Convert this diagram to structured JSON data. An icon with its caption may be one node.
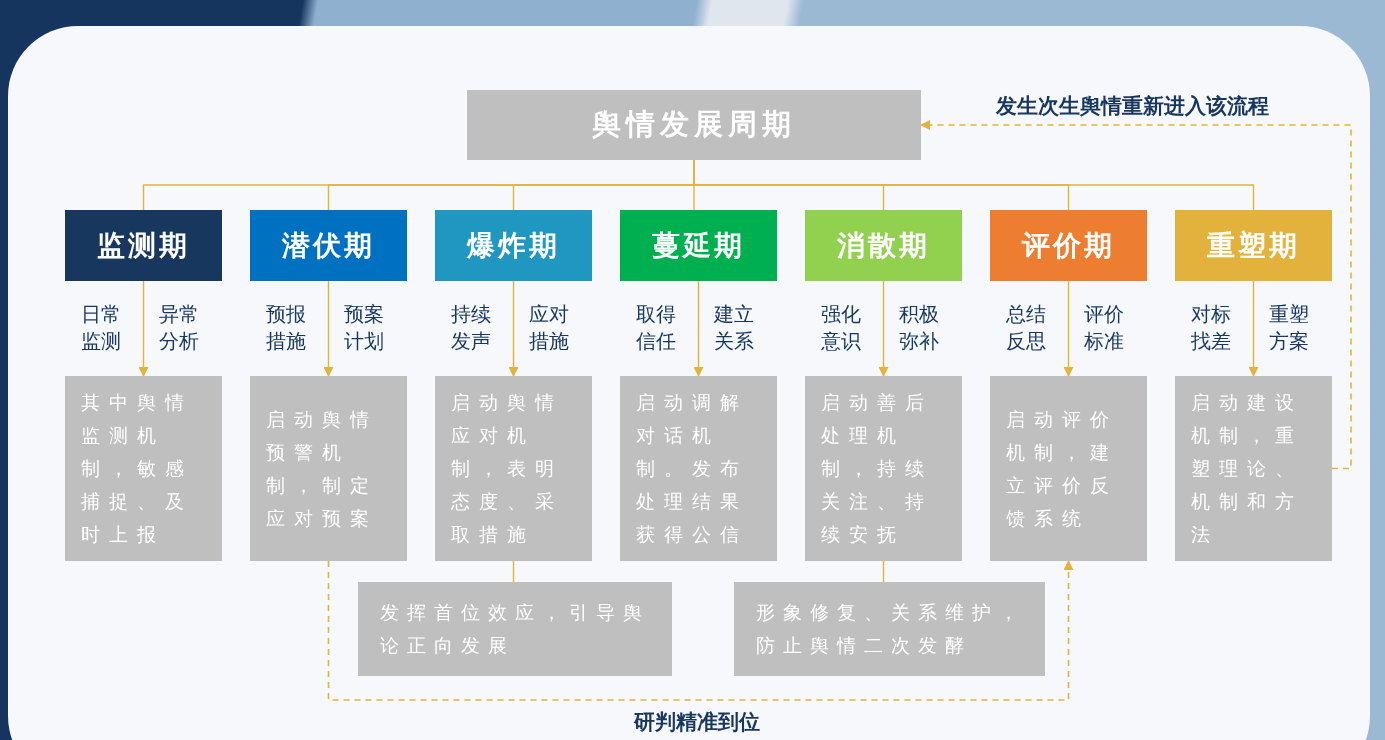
{
  "diagram": {
    "nodes": [
      {
        "text": [
          "舆情发展周期"
        ]
      },
      {
        "text": [
          "监测期"
        ],
        "beside": [
          "日常监测",
          "异常分析"
        ]
      },
      {
        "text": [
          "潜伏期"
        ],
        "beside": [
          "预报措施",
          "预案计划"
        ]
      },
      {
        "text": [
          "爆炸期"
        ],
        "beside": [
          "持续发声",
          "应对措施"
        ]
      },
      {
        "text": [
          "蔓延期"
        ],
        "beside": [
          "取得信任",
          "建立关系"
        ]
      },
      {
        "text": [
          "消散期"
        ],
        "beside": [
          "强化意识",
          "积极弥补"
        ]
      },
      {
        "text": [
          "评价期"
        ],
        "beside": [
          "总结反思",
          "评价标准"
        ]
      },
      {
        "text": [
          "重塑期"
        ],
        "beside": [
          "对标找差",
          "重塑方案"
        ]
      },
      {
        "text": [
          "其中舆情监测机制，敏感捕捉、及时上报"
        ]
      },
      {
        "text": [
          "启动舆情预警机制，制定应对预案"
        ]
      },
      {
        "text": [
          "启动舆情应对机制，表明态度、采取措施"
        ]
      },
      {
        "text": [
          "启动调解对话机制。发布处理结果获得公信"
        ]
      },
      {
        "text": [
          "启动善后处理机制，持续关注、持续安抚"
        ]
      },
      {
        "text": [
          "启动评价机制，建立评价反馈系统"
        ]
      },
      {
        "text": [
          "启动建设机制，重塑理论、机制和方法"
        ]
      },
      {
        "text": [
          "发挥首位效应，引导舆论正向发展"
        ]
      },
      {
        "text": [
          "形象修复、关系维护，防止舆情二次发酵"
        ]
      }
    ],
    "edges": [
      {
        "from": 0,
        "to": 1,
        "arrow": "none"
      },
      {
        "from": 0,
        "to": 2,
        "arrow": "none"
      },
      {
        "from": 0,
        "to": 3,
        "arrow": "none"
      },
      {
        "from": 0,
        "to": 4,
        "arrow": "none"
      },
      {
        "from": 0,
        "to": 5,
        "arrow": "none"
      },
      {
        "from": 0,
        "to": 6,
        "arrow": "none"
      },
      {
        "from": 0,
        "to": 7,
        "arrow": "none"
      },
      {
        "from": 1,
        "to": 8,
        "arrow": "to"
      },
      {
        "from": 2,
        "to": 9,
        "arrow": "to"
      },
      {
        "from": 3,
        "to": 10,
        "arrow": "to"
      },
      {
        "from": 4,
        "to": 11,
        "arrow": "to"
      },
      {
        "from": 5,
        "to": 12,
        "arrow": "to"
      },
      {
        "from": 6,
        "to": 13,
        "arrow": "to"
      },
      {
        "from": 7,
        "to": 14,
        "arrow": "to"
      },
      {
        "from": 10,
        "to": 15,
        "arrow": "none"
      },
      {
        "from": 12,
        "to": 16,
        "arrow": "none"
      },
      {
        "from": 9,
        "to": 13,
        "arrow": "to",
        "style": "dashed",
        "label": "研判精准到位"
      },
      {
        "from": 14,
        "to": 0,
        "arrow": "to",
        "style": "dashed",
        "label": "发生次生舆情重新进入该流程"
      }
    ]
  }
}
